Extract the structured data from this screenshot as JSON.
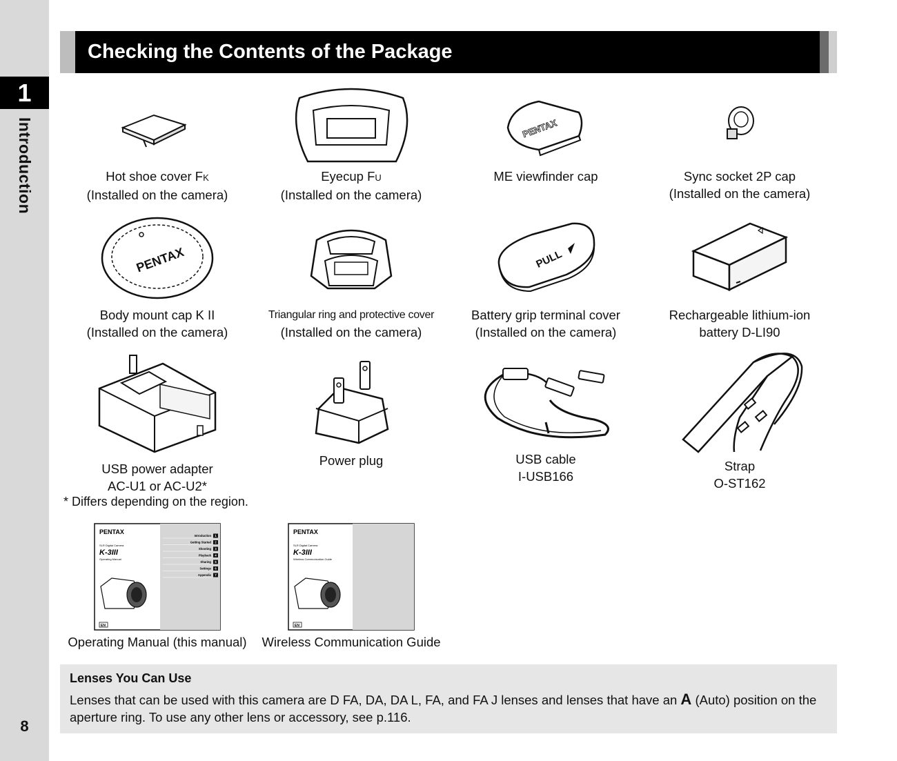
{
  "header": {
    "title": "Checking the Contents of the Package"
  },
  "sidebar": {
    "chapter_number": "1",
    "chapter_label": "Introduction",
    "page_number": "8"
  },
  "items": [
    {
      "line1": "Hot shoe cover F",
      "line1_sc": "K",
      "line2": "(Installed on the camera)"
    },
    {
      "line1": "Eyecup F",
      "line1_sc": "U",
      "line2": "(Installed on the camera)"
    },
    {
      "line1": "ME viewfinder cap",
      "line2": ""
    },
    {
      "line1": "Sync socket 2P cap",
      "line2": "(Installed on the camera)"
    },
    {
      "line1": "Body mount cap K II",
      "line2": "(Installed on the camera)"
    },
    {
      "line1": "Triangular ring and protective cover",
      "line2": "(Installed on the camera)"
    },
    {
      "line1": "Battery grip terminal cover",
      "line2": "(Installed on the camera)"
    },
    {
      "line1": "Rechargeable lithium-ion",
      "line2": "battery D-LI90"
    },
    {
      "line1": "USB power adapter",
      "line2": "AC-U1 or AC-U2*"
    },
    {
      "line1": "Power plug",
      "line2": ""
    },
    {
      "line1": "USB cable",
      "line2": "I-USB166"
    },
    {
      "line1": "Strap",
      "line2": "O-ST162"
    },
    {
      "line1": "Operating Manual (this manual)"
    },
    {
      "line1": "Wireless Communication Guide"
    }
  ],
  "footnote": "* Differs depending on the region.",
  "illustration_text": {
    "viewfinder_brand": "PENTAX",
    "bodycap_brand": "PENTAX",
    "grip_cover_label": "PULL"
  },
  "manual1": {
    "brand": "PENTAX",
    "subtitle": "SLR Digital Camera",
    "model": "K-3III",
    "doc": "Operating Manual",
    "lang": "EN",
    "toc": [
      "Introduction",
      "Getting Started",
      "Shooting",
      "Playback",
      "Sharing",
      "Settings",
      "Appendix"
    ],
    "toc_nums": [
      "1",
      "2",
      "3",
      "4",
      "5",
      "6",
      "7"
    ]
  },
  "manual2": {
    "brand": "PENTAX",
    "subtitle": "SLR Digital Camera",
    "model": "K-3III",
    "doc": "Wireless Communication Guide",
    "lang": "EN"
  },
  "lenses": {
    "title": "Lenses You Can Use",
    "text_before": "Lenses that can be used with this camera are D FA, DA, DA L, FA, and FA J lenses and lenses that have an ",
    "icon": "A",
    "text_after": " (Auto) position on the aperture ring. To use any other lens or accessory, see p.116."
  }
}
